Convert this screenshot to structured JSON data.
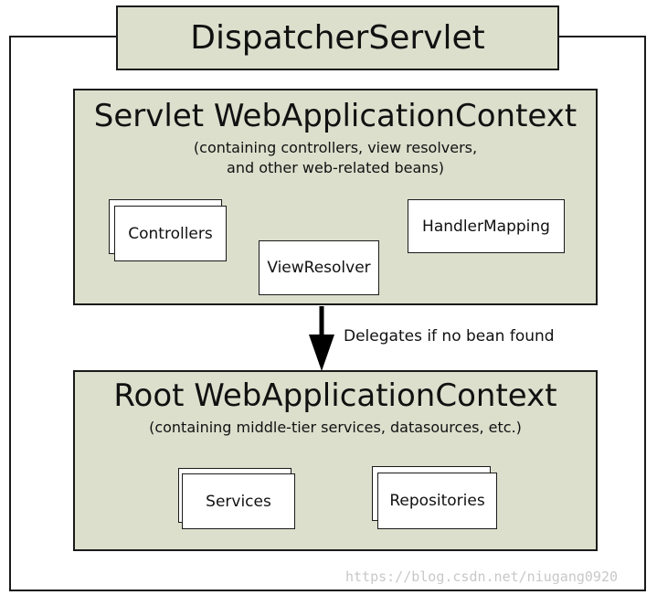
{
  "dispatcher": {
    "title": "DispatcherServlet"
  },
  "servlet_context": {
    "title": "Servlet WebApplicationContext",
    "subtitle_line1": "(containing controllers, view resolvers,",
    "subtitle_line2": "and other web-related beans)",
    "beans": {
      "controllers": "Controllers",
      "handler_mapping": "HandlerMapping",
      "view_resolver": "ViewResolver"
    }
  },
  "delegation": {
    "label": "Delegates if no bean found"
  },
  "root_context": {
    "title": "Root WebApplicationContext",
    "subtitle": "(containing middle-tier services, datasources, etc.)",
    "beans": {
      "services": "Services",
      "repositories": "Repositories"
    }
  },
  "watermark": "https://blog.csdn.net/niugang0920"
}
